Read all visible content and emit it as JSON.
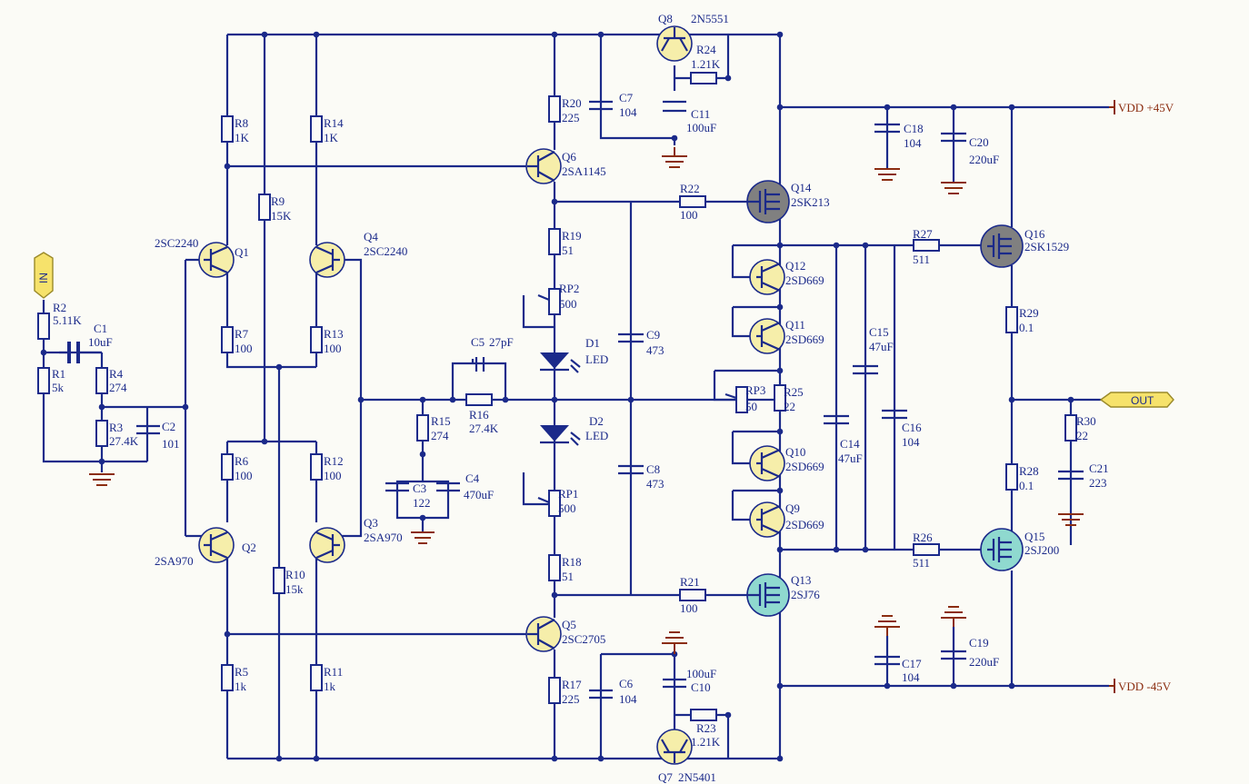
{
  "components": [
    {
      "ref": "R2",
      "value": "5.11K"
    },
    {
      "ref": "C1",
      "value": "10uF"
    },
    {
      "ref": "R1",
      "value": "5k"
    },
    {
      "ref": "R4",
      "value": "274"
    },
    {
      "ref": "R3",
      "value": "27.4K"
    },
    {
      "ref": "C2",
      "value": "101"
    },
    {
      "ref": "R8",
      "value": "1K"
    },
    {
      "ref": "R14",
      "value": "1K"
    },
    {
      "ref": "R9",
      "value": "15K"
    },
    {
      "ref": "Q1",
      "value": "2SC2240"
    },
    {
      "ref": "Q4",
      "value": "2SC2240"
    },
    {
      "ref": "R7",
      "value": "100"
    },
    {
      "ref": "R13",
      "value": "100"
    },
    {
      "ref": "R6",
      "value": "100"
    },
    {
      "ref": "R12",
      "value": "100"
    },
    {
      "ref": "Q2",
      "value": "2SA970"
    },
    {
      "ref": "Q3",
      "value": "2SA970"
    },
    {
      "ref": "R10",
      "value": "15k"
    },
    {
      "ref": "R5",
      "value": "1k"
    },
    {
      "ref": "R11",
      "value": "1k"
    },
    {
      "ref": "R15",
      "value": "274"
    },
    {
      "ref": "C5",
      "value": "27pF"
    },
    {
      "ref": "R16",
      "value": "27.4K"
    },
    {
      "ref": "C3",
      "value": "122"
    },
    {
      "ref": "C4",
      "value": "470uF"
    },
    {
      "ref": "Q8",
      "value": "2N5551"
    },
    {
      "ref": "R24",
      "value": "1.21K"
    },
    {
      "ref": "C11",
      "value": "100uF"
    },
    {
      "ref": "R20",
      "value": "225"
    },
    {
      "ref": "C7",
      "value": "104"
    },
    {
      "ref": "Q6",
      "value": "2SA1145"
    },
    {
      "ref": "R19",
      "value": "51"
    },
    {
      "ref": "RP2",
      "value": "500"
    },
    {
      "ref": "D1",
      "value": "LED"
    },
    {
      "ref": "D2",
      "value": "LED"
    },
    {
      "ref": "RP1",
      "value": "500"
    },
    {
      "ref": "R18",
      "value": "51"
    },
    {
      "ref": "Q5",
      "value": "2SC2705"
    },
    {
      "ref": "R17",
      "value": "225"
    },
    {
      "ref": "C6",
      "value": "104"
    },
    {
      "ref": "C10",
      "value": "100uF"
    },
    {
      "ref": "R23",
      "value": "1.21K"
    },
    {
      "ref": "Q7",
      "value": "2N5401"
    },
    {
      "ref": "C9",
      "value": "473"
    },
    {
      "ref": "C8",
      "value": "473"
    },
    {
      "ref": "R22",
      "value": "100"
    },
    {
      "ref": "Q14",
      "value": "2SK213"
    },
    {
      "ref": "R21",
      "value": "100"
    },
    {
      "ref": "Q13",
      "value": "2SJ76"
    },
    {
      "ref": "Q12",
      "value": "2SD669"
    },
    {
      "ref": "Q11",
      "value": "2SD669"
    },
    {
      "ref": "RP3",
      "value": "50"
    },
    {
      "ref": "R25",
      "value": "22"
    },
    {
      "ref": "Q10",
      "value": "2SD669"
    },
    {
      "ref": "Q9",
      "value": "2SD669"
    },
    {
      "ref": "C14",
      "value": "47uF"
    },
    {
      "ref": "C15",
      "value": "47uF"
    },
    {
      "ref": "C16",
      "value": "104"
    },
    {
      "ref": "R27",
      "value": "511"
    },
    {
      "ref": "R26",
      "value": "511"
    },
    {
      "ref": "Q16",
      "value": "2SK1529"
    },
    {
      "ref": "Q15",
      "value": "2SJ200"
    },
    {
      "ref": "R29",
      "value": "0.1"
    },
    {
      "ref": "R28",
      "value": "0.1"
    },
    {
      "ref": "R30",
      "value": "22"
    },
    {
      "ref": "C21",
      "value": "223"
    },
    {
      "ref": "C18",
      "value": "104"
    },
    {
      "ref": "C20",
      "value": "220uF"
    },
    {
      "ref": "C17",
      "value": "104"
    },
    {
      "ref": "C19",
      "value": "220uF"
    }
  ],
  "ports": {
    "in": "IN",
    "out": "OUT",
    "vdd_pos": "VDD +45V",
    "vdd_neg": "VDD -45V"
  },
  "colors": {
    "wire": "#1b2a8a",
    "ground": "#8b2d10",
    "bjt_fill": "#f6eeaa",
    "nfet_fill": "#808080",
    "pfet_fill": "#8fd9cf",
    "port_fill": "#f6e26b"
  }
}
